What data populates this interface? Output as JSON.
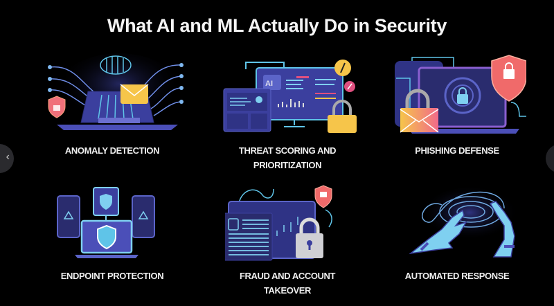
{
  "title": "What AI and ML Actually Do in Security",
  "navigation": {
    "prev_glyph": "‹",
    "next_glyph": "›"
  },
  "items": [
    {
      "label": "ANOMALY DETECTION",
      "icon": "laptop-brain-network-icon"
    },
    {
      "label_lines": [
        "THREAT SCORING AND",
        "PRIORITIZATION"
      ],
      "icon": "dashboard-monitor-icon",
      "screen_badge": "AI"
    },
    {
      "label": "PHISHING DEFENSE",
      "icon": "laptop-lock-envelope-icon"
    },
    {
      "label": "ENDPOINT PROTECTION",
      "icon": "devices-shield-icon"
    },
    {
      "label_lines": [
        "FRAUD AND ACCOUNT",
        "TAKEOVER"
      ],
      "icon": "document-padlock-icon"
    },
    {
      "label": "AUTOMATED RESPONSE",
      "icon": "robot-hands-icon"
    }
  ],
  "colors": {
    "background": "#000000",
    "indigo": "#3b3f9e",
    "cyan": "#5fc4e8",
    "amber": "#f6c54a",
    "coral": "#f0606e"
  }
}
